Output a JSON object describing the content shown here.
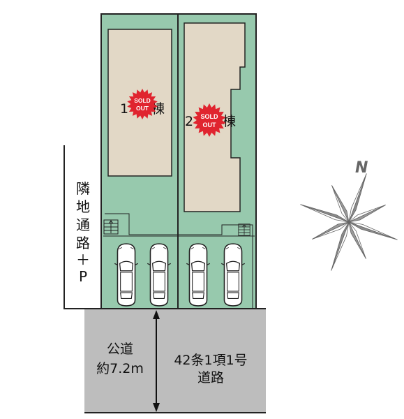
{
  "colors": {
    "lot_green": "#97c9ad",
    "building": "#e2d8c6",
    "road_gray": "#bdbdbd",
    "outline": "#222222",
    "sold_red": "#e0242f",
    "compass_gray": "#888888"
  },
  "buildings": [
    {
      "number_label": "1",
      "suffix_label": "棟",
      "sold_label_top": "SOLD",
      "sold_label_bottom": "OUT"
    },
    {
      "number_label": "2",
      "suffix_label": "棟",
      "sold_label_top": "SOLD",
      "sold_label_bottom": "OUT"
    }
  ],
  "neighbor_path": {
    "chars": [
      "隣",
      "地",
      "通",
      "路",
      "＋",
      "P"
    ]
  },
  "road": {
    "name_line1": "公道",
    "name_line2": "約7.2m",
    "class_line1": "42条1項1号",
    "class_line2": "道路"
  },
  "compass": {
    "north_label": "N"
  },
  "icons": [
    "stairs-icon",
    "car-icon",
    "compass-rose-icon",
    "sold-out-badge-icon"
  ]
}
